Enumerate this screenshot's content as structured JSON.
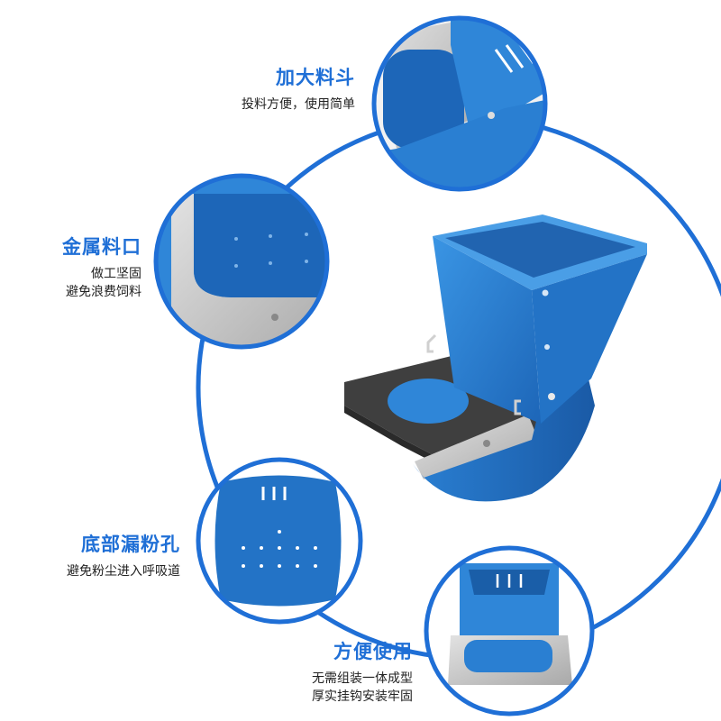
{
  "features": [
    {
      "title": "加大料斗",
      "desc": [
        "投料方便，使用简单"
      ]
    },
    {
      "title": "金属料口",
      "desc": [
        "做工坚固",
        "避免浪费饲料"
      ]
    },
    {
      "title": "底部漏粉孔",
      "desc": [
        "避免粉尘进入呼吸道"
      ]
    },
    {
      "title": "方便使用",
      "desc": [
        "无需组装一体成型",
        "厚实挂钩安装牢固"
      ]
    }
  ],
  "colors": {
    "accent": "#1f6fd6",
    "product_blue": "#2f86d8",
    "product_blue_dark": "#1a5ea8",
    "metal": "#c9c9c9",
    "rubber": "#4a4a4a"
  },
  "icons": [
    "feeder-product-image",
    "hopper-detail-image",
    "metal-lip-detail-image",
    "bottom-holes-detail-image",
    "usage-detail-image"
  ]
}
